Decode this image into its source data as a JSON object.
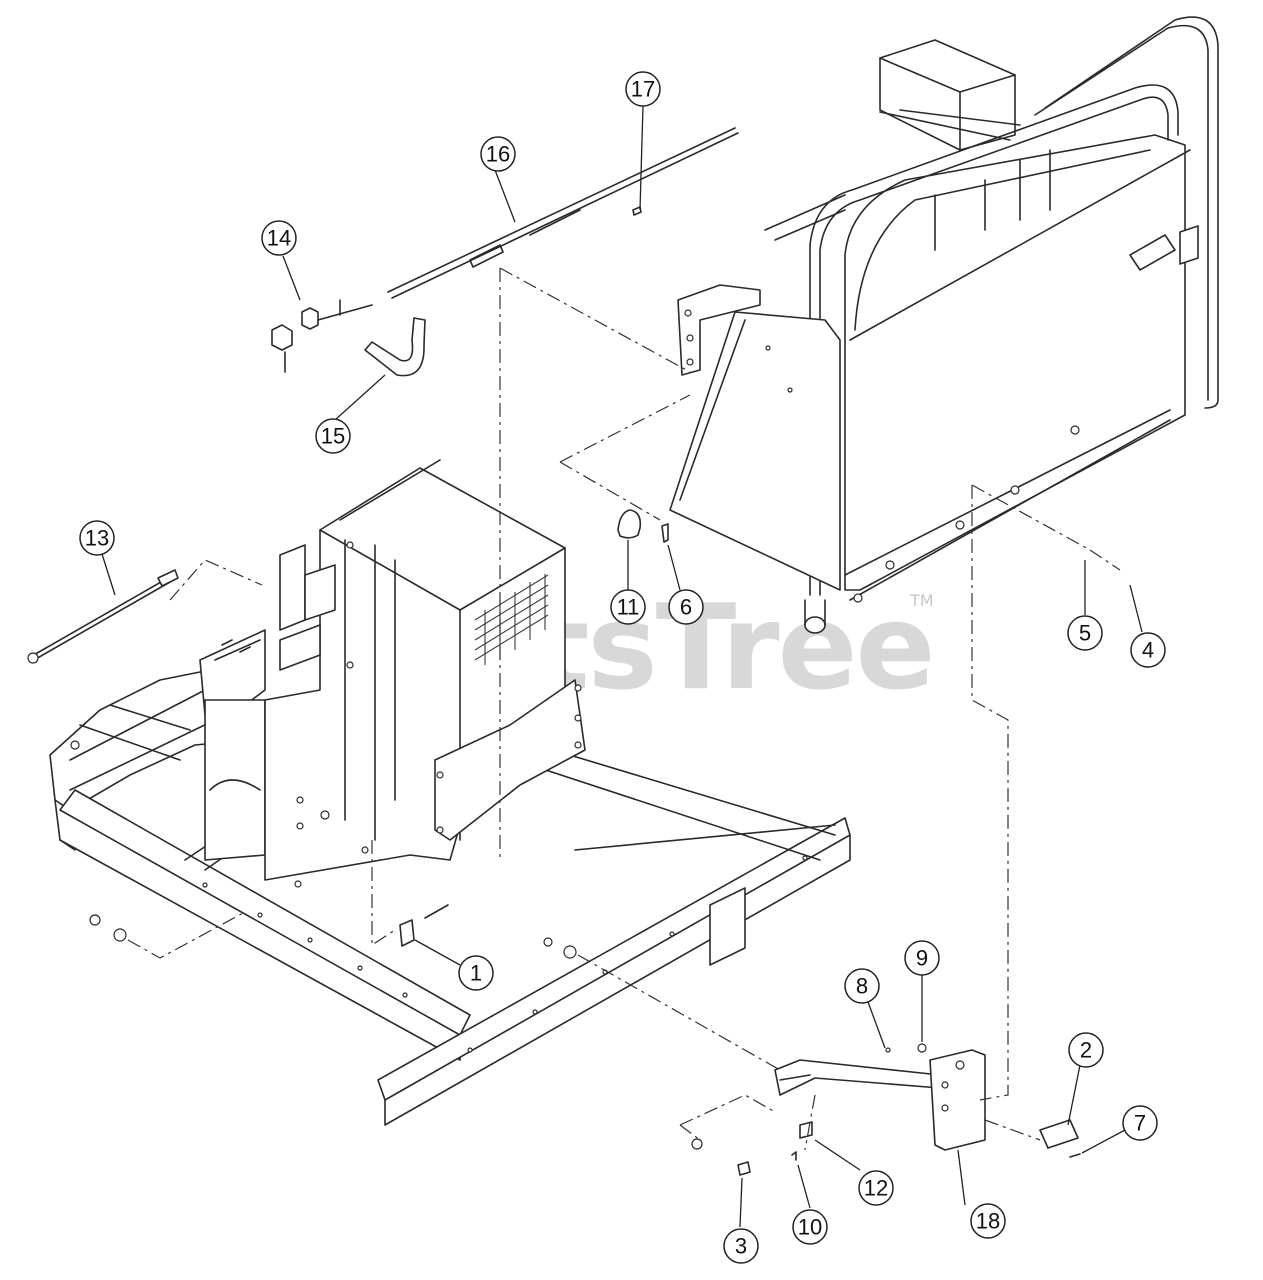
{
  "watermark": {
    "text": "PartsTree",
    "trademark": "TM"
  },
  "callouts": [
    "1",
    "2",
    "3",
    "4",
    "5",
    "6",
    "7",
    "8",
    "9",
    "10",
    "11",
    "12",
    "13",
    "14",
    "15",
    "16",
    "17",
    "18"
  ]
}
